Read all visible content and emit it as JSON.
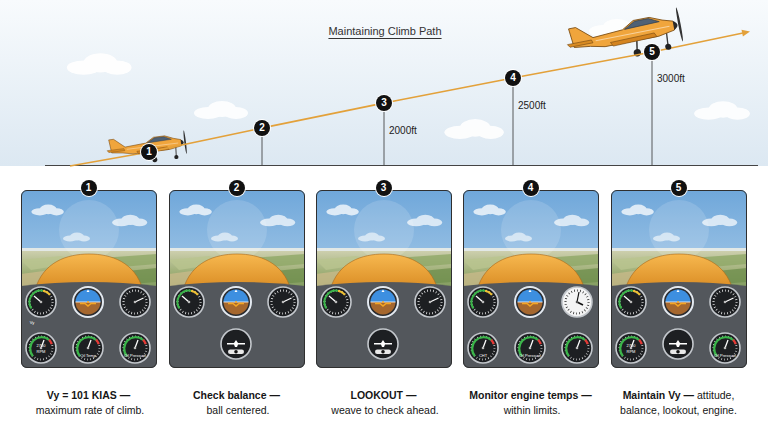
{
  "diagram": {
    "title": "Maintaining Climb Path",
    "nodes": [
      {
        "text": [
          "1"
        ]
      },
      {
        "text": [
          "2"
        ]
      },
      {
        "text": [
          "3"
        ]
      },
      {
        "text": [
          "4"
        ]
      },
      {
        "text": [
          "5"
        ]
      },
      {
        "text": [
          "Vy = 101 KIAS —",
          "maximum rate of climb."
        ]
      },
      {
        "text": [
          "1"
        ],
        "in": 5
      },
      {
        "text": [
          "Check balance —",
          "ball centered."
        ]
      },
      {
        "text": [
          "2"
        ],
        "in": 7
      },
      {
        "text": [
          "LOOKOUT —",
          "weave to check ahead."
        ]
      },
      {
        "text": [
          "3"
        ],
        "in": 9
      },
      {
        "text": [
          "Monitor engine temps —",
          "within limits."
        ]
      },
      {
        "text": [
          "4"
        ],
        "in": 11
      },
      {
        "text": [
          "Maintain Vy —",
          "attitude, balance, lookout, engine."
        ]
      },
      {
        "text": [
          "5"
        ],
        "in": 13
      }
    ],
    "edges": [
      {
        "from": 0,
        "to": 1,
        "arrow": "none"
      },
      {
        "from": 1,
        "to": 2,
        "arrow": "none"
      },
      {
        "from": 2,
        "to": 3,
        "arrow": "none"
      },
      {
        "from": 3,
        "to": 4,
        "arrow": "none"
      }
    ],
    "labels": [
      "2000ft",
      "2500ft",
      "3000ft",
      "Vy",
      "2700",
      "RPM",
      "Oil Temp",
      "Oil Pressure",
      "CHT",
      "Oil Pressure",
      "2700",
      "RPM",
      "Oil Pressure"
    ]
  }
}
